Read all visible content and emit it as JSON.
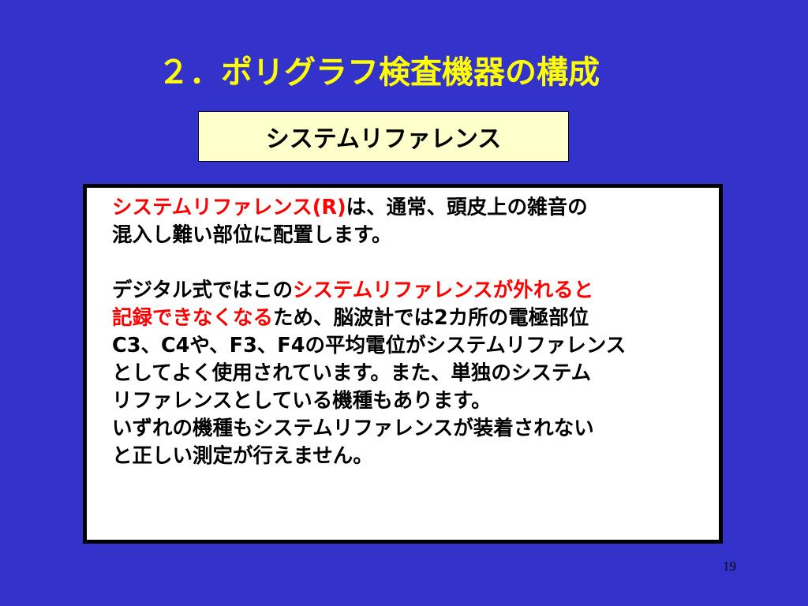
{
  "slide": {
    "title": "２．ポリグラフ検査機器の構成",
    "subtitle": "システムリファレンス",
    "page_number": "19"
  },
  "content": {
    "p1": {
      "line1": {
        "highlight": "システムリファレンス(R)",
        "text": "は、通常、頭皮上の雑音の"
      },
      "line2": "混入し難い部位に配置します。"
    },
    "p2": {
      "line1": {
        "text": "デジタル式ではこの",
        "highlight": "システムリファレンスが外れると"
      },
      "line2": {
        "highlight": "記録できなくなる",
        "text": "ため、脳波計では2カ所の電極部位"
      },
      "line3": "C3、C4や、F3、F4の平均電位がシステムリファレンス",
      "line4": "としてよく使用されています。また、単独のシステム",
      "line5": "リファレンスとしている機種もあります。",
      "line6": "いずれの機種もシステムリファレンスが装着されない",
      "line7": "と正しい測定が行えません。"
    }
  },
  "colors": {
    "background": "#3333CC",
    "title": "#FFFF00",
    "subtitle_box": "#FFFFCC",
    "highlight": "#FF0000"
  }
}
